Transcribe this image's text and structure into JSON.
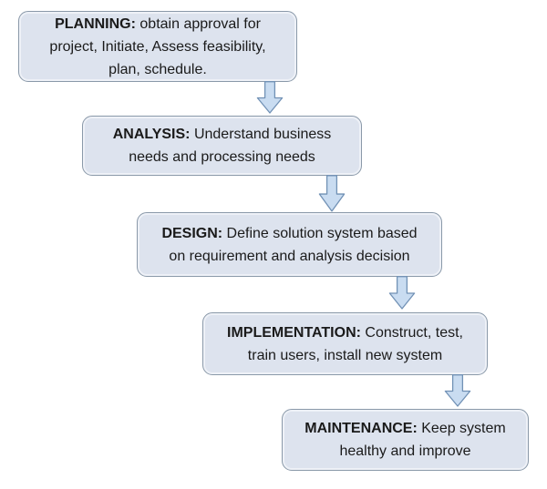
{
  "diagram": {
    "colors": {
      "background": "#ffffff",
      "box_fill": "#dde3ee",
      "box_border": "#8a99a9",
      "arrow_fill": "#c9dcf1",
      "arrow_border": "#7191b5",
      "text": "#1a1a1a"
    },
    "stages": [
      {
        "id": "planning",
        "label": "PLANNING:",
        "line1_rest": " obtain approval for",
        "line2": "project, Initiate, Assess feasibility,",
        "line3": "plan, schedule."
      },
      {
        "id": "analysis",
        "label": "ANALYSIS:",
        "line1_rest": " Understand business",
        "line2": "needs and processing needs"
      },
      {
        "id": "design",
        "label": "DESIGN:",
        "line1_rest": " Define solution system based",
        "line2": "on requirement and analysis decision"
      },
      {
        "id": "implementation",
        "label": "IMPLEMENTATION:",
        "line1_rest": " Construct, test,",
        "line2": "train users, install new system"
      },
      {
        "id": "maintenance",
        "label": "MAINTENANCE:",
        "line1_rest": " Keep system",
        "line2": "healthy and improve"
      }
    ],
    "connectors": [
      {
        "from": "planning",
        "to": "analysis",
        "type": "down-arrow"
      },
      {
        "from": "analysis",
        "to": "design",
        "type": "down-arrow"
      },
      {
        "from": "design",
        "to": "implementation",
        "type": "down-arrow"
      },
      {
        "from": "implementation",
        "to": "maintenance",
        "type": "down-arrow"
      }
    ]
  }
}
